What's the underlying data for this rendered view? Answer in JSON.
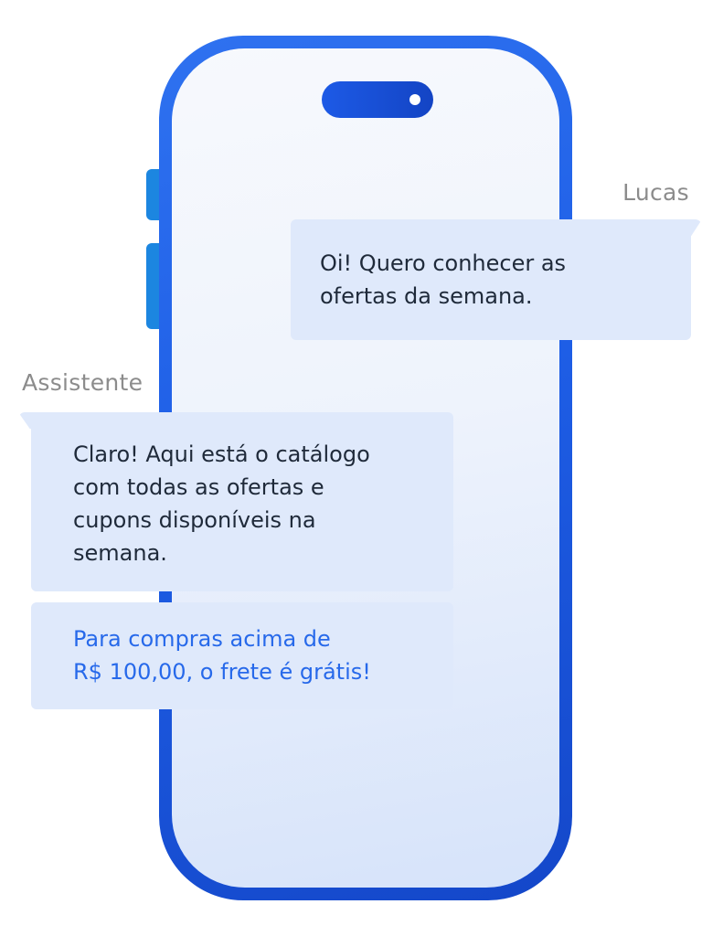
{
  "conversation": {
    "user": {
      "name": "Lucas",
      "message": "Oi! Quero conhecer as\nofertas da semana."
    },
    "assistant": {
      "name": "Assistente",
      "message": "Claro! Aqui está o catálogo\ncom todas as ofertas e\ncupons disponíveis na\nsemana.",
      "promo": "Para compras acima de\nR$ 100,00, o frete é grátis!"
    }
  },
  "colors": {
    "phone_frame": "#1e5ee6",
    "bubble": "#dfe9fb",
    "promo_text": "#2769ea",
    "name_text": "#8c8c8c"
  }
}
